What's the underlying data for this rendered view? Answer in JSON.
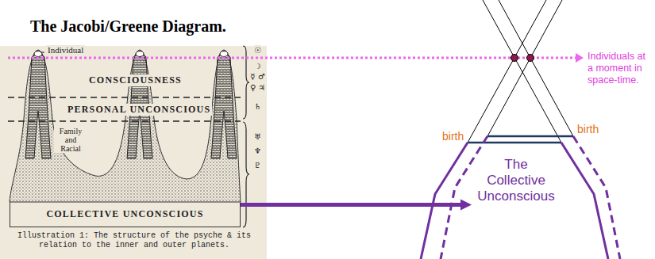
{
  "diagram": {
    "title": "The Jacobi/Greene Diagram.",
    "caption": "Illustration 1: The structure of the psyche & its relation to the inner and outer planets.",
    "nodes": [
      {
        "text": [
          "COLLECTIVE UNCONSCIOUS"
        ]
      },
      {
        "text": [
          "The Collective Unconscious"
        ]
      }
    ],
    "edges": [
      {
        "from": 0,
        "to": 1,
        "arrow": "to"
      }
    ],
    "labels": [
      "Individual",
      "CONSCIOUSNESS",
      "PERSONAL UNCONSCIOUS",
      "Family and Racial",
      "☉",
      "☽",
      "☿",
      "♂",
      "♀",
      "♃",
      "♄",
      "♅",
      "♆",
      "♇",
      "Individuals at a moment in space-time.",
      "birth",
      "birth"
    ]
  }
}
